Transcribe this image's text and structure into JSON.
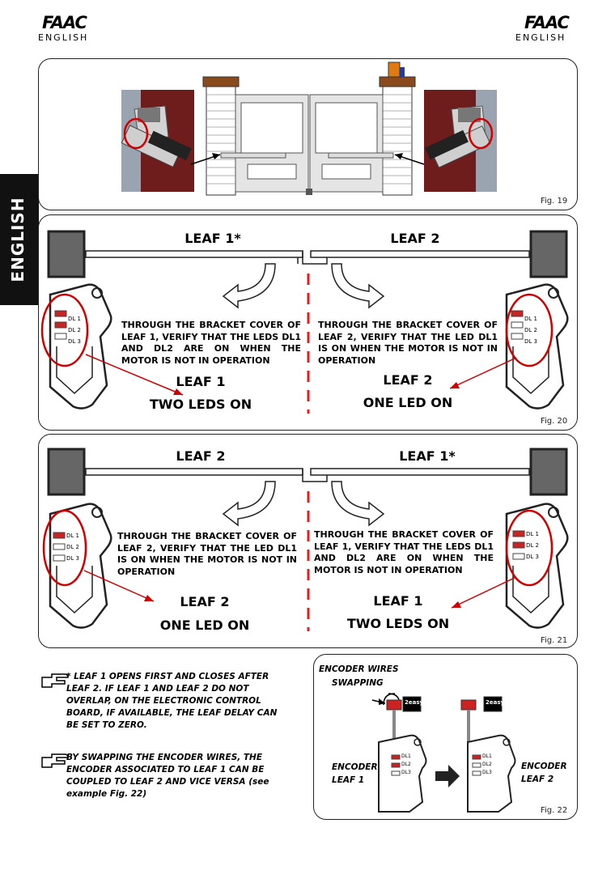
{
  "header": {
    "logo_left": "FAAC",
    "lang_left": "ENGLISH",
    "logo_right": "FAAC",
    "lang_right": "ENGLISH"
  },
  "side_tab": "ENGLISH",
  "fig19": {
    "caption": "Fig. 19"
  },
  "fig20": {
    "leaf_left_title": "LEAF 1*",
    "leaf_right_title": "LEAF 2",
    "left_text": "THROUGH THE BRACKET COVER OF LEAF 1, VERIFY THAT THE LEDS DL1 AND DL2 ARE ON WHEN THE MOTOR IS NOT IN OPERATION",
    "right_text": "THROUGH THE BRACKET COVER OF LEAF 2, VERIFY THAT THE LED DL1 IS ON WHEN THE MOTOR IS NOT IN OPERATION",
    "left_leaf": "LEAF 1",
    "left_state": "TWO LEDS ON",
    "right_leaf": "LEAF 2",
    "right_state": "ONE LED ON",
    "leds": [
      "DL 1",
      "DL 2",
      "DL 3"
    ],
    "caption": "Fig. 20"
  },
  "fig21": {
    "leaf_left_title": "LEAF 2",
    "leaf_right_title": "LEAF 1*",
    "left_text": "THROUGH THE BRACKET COVER OF LEAF 2, VERIFY THAT THE LED DL1 IS ON WHEN THE MOTOR IS NOT IN OPERATION",
    "right_text": "THROUGH THE BRACKET COVER OF LEAF 1, VERIFY THAT THE LEDS DL1 AND DL2 ARE ON WHEN THE MOTOR IS NOT IN OPERATION",
    "left_leaf": "LEAF 2",
    "left_state": "ONE LED ON",
    "right_leaf": "LEAF 1",
    "right_state": "TWO LEDS ON",
    "leds": [
      "DL 1",
      "DL 2",
      "DL 3"
    ],
    "caption": "Fig. 21"
  },
  "notes": {
    "note1": "* LEAF 1 OPENS FIRST AND CLOSES AFTER LEAF 2. IF LEAF 1 AND LEAF 2 DO NOT OVERLAP, ON THE ELECTRONIC CONTROL BOARD, IF AVAILABLE, THE LEAF DELAY CAN BE SET TO ZERO.",
    "note2": "BY SWAPPING THE ENCODER WIRES, THE ENCODER ASSOCIATED TO LEAF 1 CAN BE COUPLED TO LEAF 2 AND VICE VERSA (see example Fig. 22)"
  },
  "fig22": {
    "title1": "ENCODER WIRES",
    "title2": "SWAPPING",
    "enc_left_1": "ENCODER",
    "enc_left_2": "LEAF 1",
    "enc_right_1": "ENCODER",
    "enc_right_2": "LEAF 2",
    "badge": "2easy",
    "leds": [
      "DL1",
      "DL2",
      "DL3"
    ],
    "caption": "Fig. 22"
  },
  "colors": {
    "led_on": "#cc2222",
    "circle": "#d00000",
    "center_dash": "#e02020",
    "wall": "#6e1c1c"
  }
}
